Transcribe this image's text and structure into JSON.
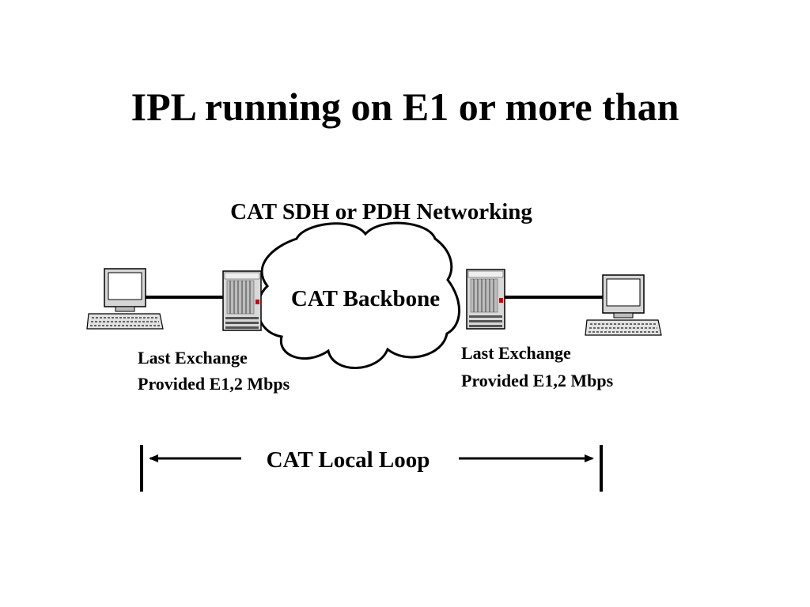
{
  "slide": {
    "title": "IPL running on E1 or more than"
  },
  "diagram": {
    "network_label": "CAT SDH or PDH Networking",
    "cloud_label": "CAT Backbone",
    "left_exchange": {
      "line1": "Last Exchange",
      "line2": "Provided E1,2 Mbps"
    },
    "right_exchange": {
      "line1": "Last Exchange",
      "line2": "Provided E1,2 Mbps"
    },
    "local_loop_label": "CAT Local Loop",
    "icons": {
      "left_client": "desktop-computer-icon",
      "left_exchange": "exchange-server-icon",
      "right_exchange": "exchange-server-icon",
      "right_client": "desktop-computer-icon",
      "backbone": "cloud-icon"
    }
  }
}
